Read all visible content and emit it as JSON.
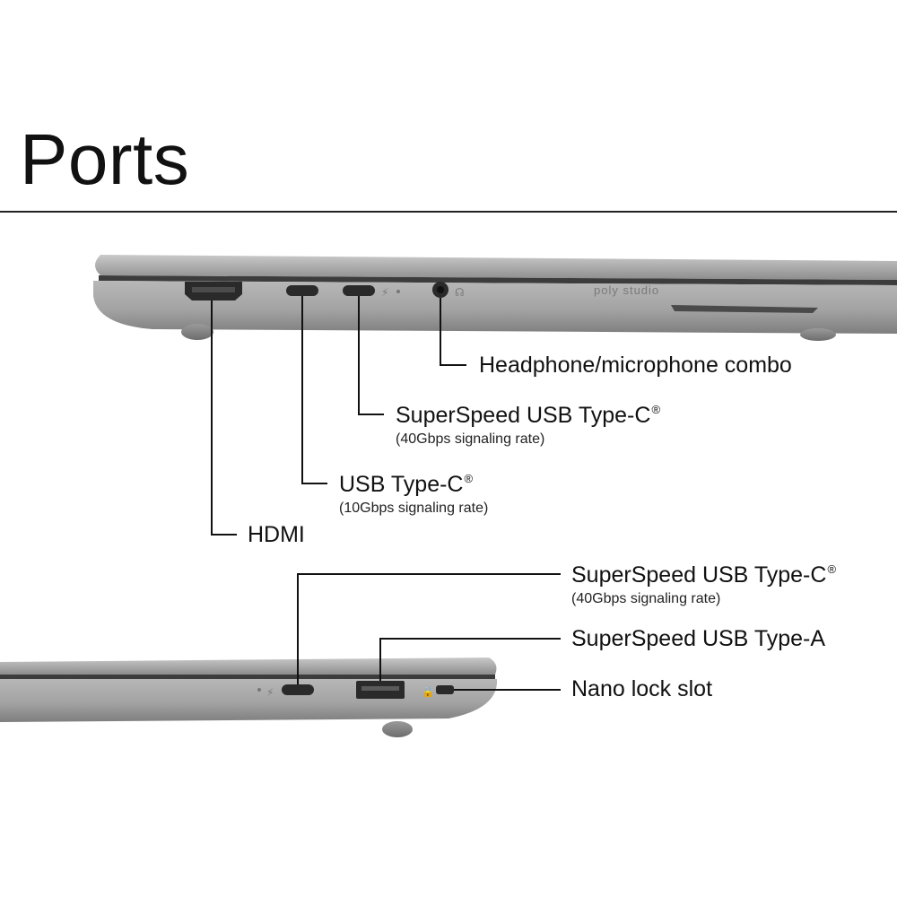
{
  "page": {
    "title": "Ports"
  },
  "laptop": {
    "brand_text": "poly studio",
    "body_color": "#a8a8a8",
    "port_color": "#2a2a2a"
  },
  "callouts": [
    {
      "id": "headphone",
      "label": "Headphone/microphone combo",
      "sublabel": "",
      "registered": false
    },
    {
      "id": "usbc-40-left",
      "label": "SuperSpeed USB Type-C",
      "sublabel": "(40Gbps signaling rate)",
      "registered": true
    },
    {
      "id": "usbc-10",
      "label": "USB Type-C",
      "sublabel": "(10Gbps signaling rate)",
      "registered": true
    },
    {
      "id": "hdmi",
      "label": "HDMI",
      "sublabel": "",
      "registered": false
    },
    {
      "id": "usbc-40-right",
      "label": "SuperSpeed USB Type-C",
      "sublabel": "(40Gbps signaling rate)",
      "registered": true
    },
    {
      "id": "usba",
      "label": "SuperSpeed USB Type-A",
      "sublabel": "",
      "registered": false
    },
    {
      "id": "nano-lock",
      "label": "Nano lock slot",
      "sublabel": "",
      "registered": false
    }
  ],
  "registered_mark": "®"
}
